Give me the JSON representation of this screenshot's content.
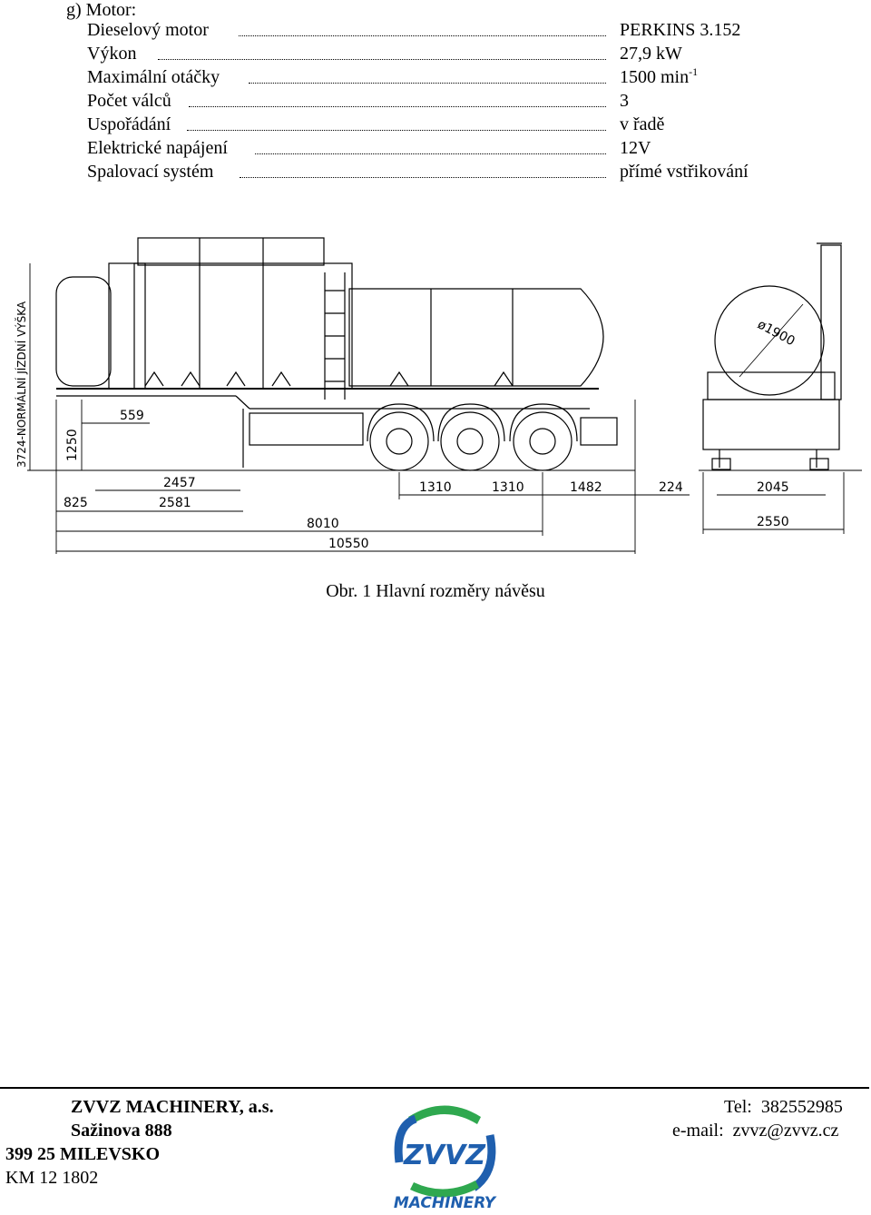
{
  "section_heading": "g) Motor:",
  "specs": [
    {
      "label": "Dieselový  motor",
      "value": "PERKINS 3.152"
    },
    {
      "label": "Výkon",
      "value": "27,9 kW"
    },
    {
      "label": "Maximální otáčky",
      "value": "1500 min",
      "sup": "-1"
    },
    {
      "label": "Počet válců",
      "value": "3"
    },
    {
      "label": "Uspořádání",
      "value": "v řadě"
    },
    {
      "label": "Elektrické napájení",
      "value": "12V"
    },
    {
      "label": "Spalovací systém",
      "value": "přímé vstřikování"
    }
  ],
  "drawing": {
    "height_label": "3724-NORMÁLNÍ JÍZDNÍ VÝŠKA",
    "dim_1250": "1250",
    "dim_559": "559",
    "dim_2457": "2457",
    "dim_825": "825",
    "dim_2581": "2581",
    "dim_8010": "8010",
    "dim_10550": "10550",
    "dim_1310a": "1310",
    "dim_1310b": "1310",
    "dim_1482": "1482",
    "dim_224": "224",
    "dim_2045": "2045",
    "dim_2550": "2550",
    "dim_diameter": "ø1900"
  },
  "caption": "Obr. 1  Hlavní rozměry návěsu",
  "footer": {
    "company": "ZVVZ MACHINERY, a.s.",
    "street": "Sažinova 888",
    "city": "399 25  MILEVSKO",
    "code": "KM 12 1802",
    "tel_label": "Tel:",
    "tel": "382552985",
    "email_label": "e-mail:",
    "email": "zvvz@zvvz.cz",
    "logo_text": "ZVVZ",
    "logo_subtext": "MACHINERY"
  },
  "colors": {
    "logo_blue": "#1f5fae",
    "logo_green": "#2fa84f"
  }
}
